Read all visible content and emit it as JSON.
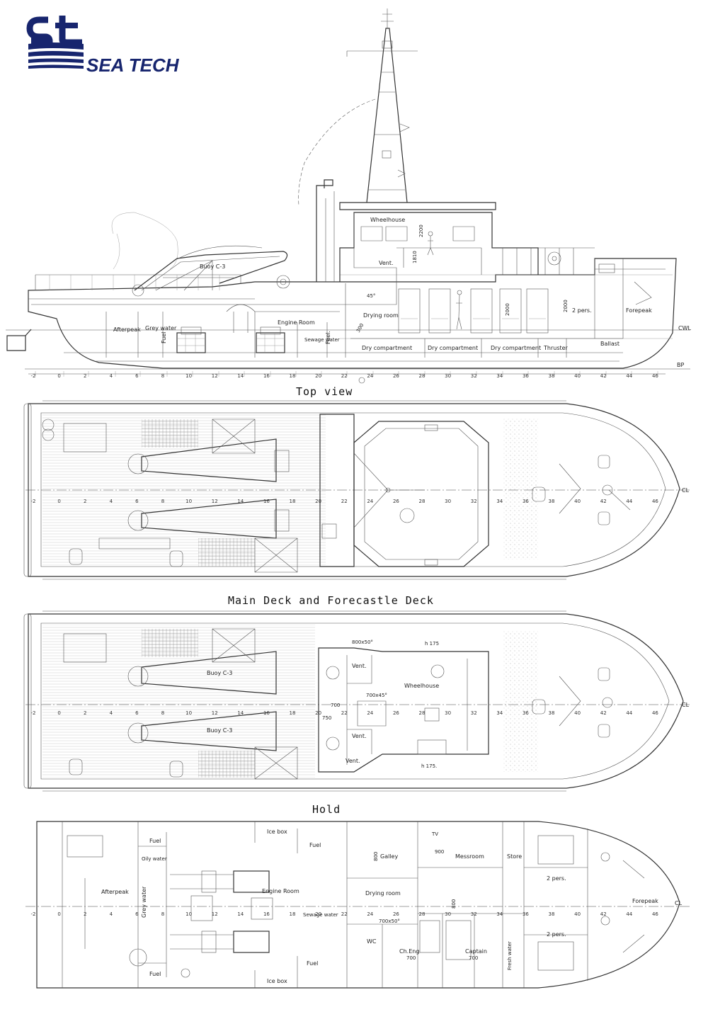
{
  "brand": {
    "logo_letters": "st",
    "name": "SEA TECH",
    "color": "#17256e"
  },
  "views": {
    "profile": {
      "labels": {
        "wheelhouse": "Wheelhouse",
        "vent": "Vent.",
        "drying_room": "Drying room",
        "buoy": "Buoy C-3",
        "afterpeak": "Afterpeak",
        "grey_water": "Grey water",
        "fuel_a": "Fuel",
        "engine_room": "Engine Room",
        "sewage_water": "Sewage water",
        "fuel_b": "Fuel.",
        "dry_comp_1": "Dry compartment",
        "dry_comp_2": "Dry compartment",
        "dry_comp_3": "Dry compartment",
        "thruster": "Thruster",
        "ballast": "Ballast",
        "two_pers": "2 pers.",
        "forepeak": "Forepeak",
        "cwl": "CWL",
        "bp": "BP",
        "dim_2200": "2200",
        "dim_2000": "2000",
        "dim_2000b": "2000",
        "dim_1810": "1810",
        "dim_45": "45°",
        "dim_300": "300"
      }
    },
    "top_view": {
      "title": "Top view",
      "cl": "CL"
    },
    "main_deck": {
      "title": "Main Deck and Forecastle Deck",
      "cl": "CL",
      "labels": {
        "buoy_1": "Buoy C-3",
        "buoy_2": "Buoy C-3",
        "vent_1": "Vent.",
        "vent_2": "Vent.",
        "vent_3": "Vent.",
        "wheelhouse": "Wheelhouse",
        "dim_800x50": "800x50°",
        "dim_h175a": "h 175",
        "dim_h175b": "h 175.",
        "dim_700x45": "700x45°",
        "dim_700": "700",
        "dim_750": "750"
      }
    },
    "hold": {
      "title": "Hold",
      "cl": "CL",
      "labels": {
        "fuel_1": "Fuel",
        "oily_water": "Oily water",
        "ice_box_1": "Ice box",
        "fuel_2": "Fuel",
        "galley": "Galley",
        "tv": "TV",
        "messroom": "Messroom",
        "store": "Store",
        "afterpeak": "Afterpeak",
        "grey_water": "Grey water",
        "engine_room": "Engine Room",
        "sewage_water": "Sewage water",
        "drying_room": "Drying room",
        "two_pers_1": "2 pers.",
        "forepeak": "Forepeak",
        "two_pers_2": "2 pers.",
        "wc": "WC",
        "ch_eng": "Ch.Eng",
        "ch_eng_dim": "700",
        "captain": "Captain",
        "captain_dim": "700",
        "fresh_water": "Fresh water",
        "fuel_3": "Fuel",
        "ice_box_2": "Ice box",
        "fuel_4": "Fuel",
        "dim_900": "900",
        "dim_800": "800",
        "dim_800b": "800",
        "dim_700x50": "700x50°"
      }
    }
  },
  "frames": [
    "-2",
    "0",
    "2",
    "4",
    "6",
    "8",
    "10",
    "12",
    "14",
    "16",
    "18",
    "20",
    "22",
    "24",
    "26",
    "28",
    "30",
    "32",
    "34",
    "36",
    "38",
    "40",
    "42",
    "44",
    "46"
  ]
}
